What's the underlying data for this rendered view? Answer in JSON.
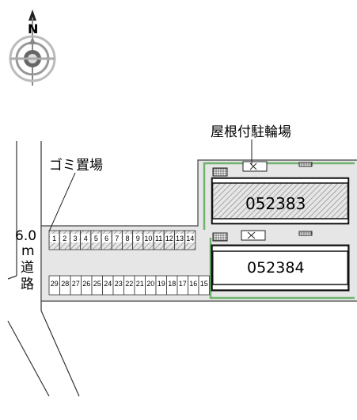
{
  "compass": {
    "north_letter": "N",
    "icon": "compass-rose-icon"
  },
  "labels": {
    "covered_parking": "屋根付駐輪場",
    "garbage": "ゴミ置場",
    "road_width": "6.0",
    "road_unit": "m",
    "road_word_1": "道",
    "road_word_2": "路"
  },
  "buildings": [
    {
      "id": "052383",
      "state": "hatched"
    },
    {
      "id": "052384",
      "state": "plain"
    }
  ],
  "parking_top_row": [
    "1",
    "2",
    "3",
    "4",
    "5",
    "6",
    "7",
    "8",
    "9",
    "10",
    "11",
    "12",
    "13",
    "14"
  ],
  "parking_bottom_row": [
    "29",
    "28",
    "27",
    "26",
    "25",
    "24",
    "23",
    "22",
    "21",
    "20",
    "19",
    "18",
    "17",
    "16",
    "15"
  ],
  "colors": {
    "lot_fill": "#e6e6e6",
    "hatch": "#777777",
    "green_border": "#6fb36f",
    "line": "#222222"
  }
}
